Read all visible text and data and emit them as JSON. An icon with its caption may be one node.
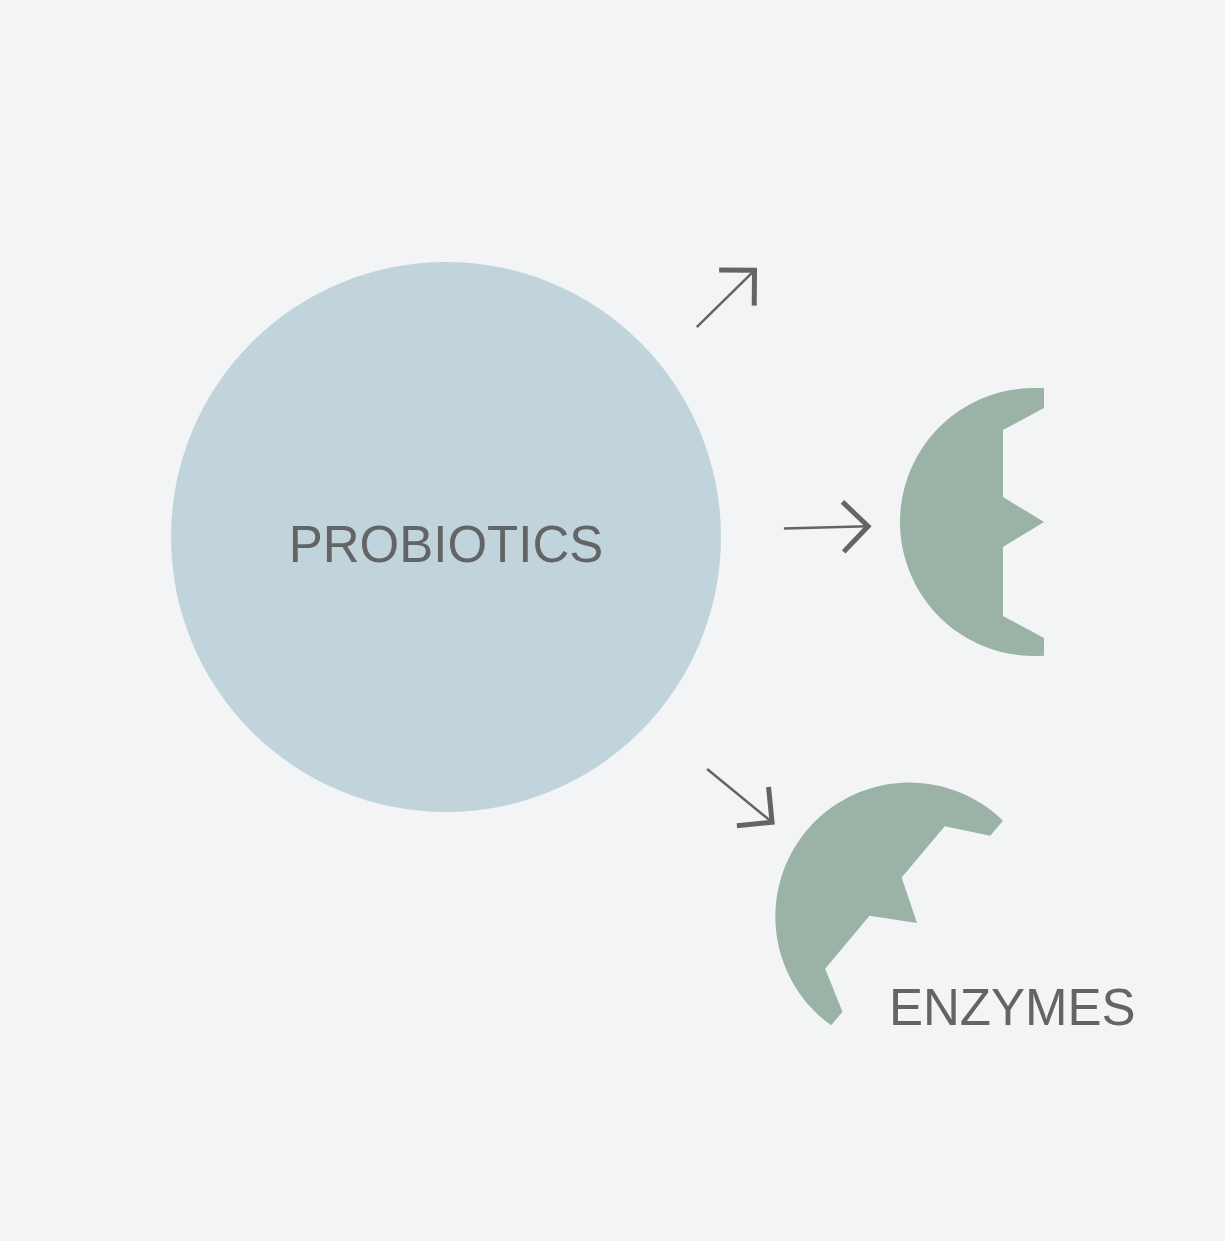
{
  "diagram": {
    "nodes": [
      {
        "text": [
          "PROBIOTICS"
        ]
      },
      {
        "text": [],
        "shape": "picture"
      },
      {
        "text": [],
        "shape": "picture"
      }
    ],
    "edges": [
      {
        "from": 0,
        "to": null,
        "arrow": "to"
      },
      {
        "from": 0,
        "to": 1,
        "arrow": "to"
      },
      {
        "from": 0,
        "to": 2,
        "arrow": "to"
      }
    ],
    "labels": [
      "ENZYMES"
    ]
  }
}
